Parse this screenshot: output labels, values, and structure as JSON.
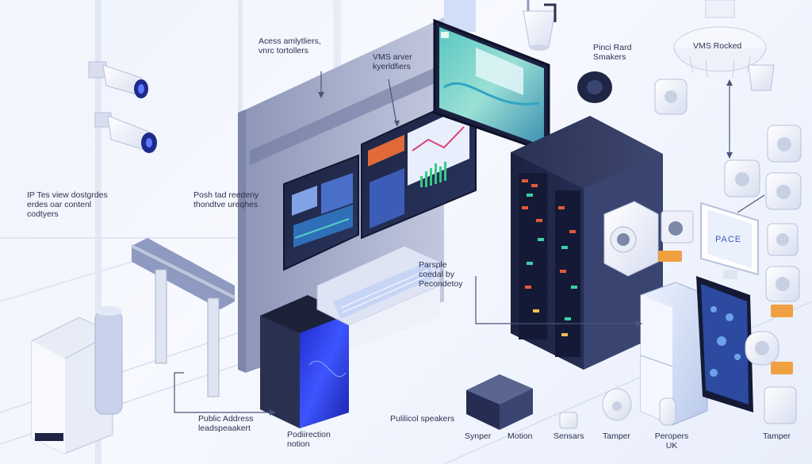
{
  "labels": {
    "access": "Acess amlytliers,\nvnrc tortollers",
    "vms_server": "VMS arver\nkyerldfiers",
    "pinc_raid": "Pinci Rard\nSmakers",
    "vms_rocked": "VMS Rocked",
    "ip_tes": "IP Tes view dostgrdes\nerdes oar contenl\ncodtyers",
    "posh_tad": "Posh tad reedeny\nthondtve ureqhes",
    "parsple": "Parsple\ncoedal by\nPecondetoy",
    "public_address": "Public Address\nleadspeaakert",
    "podirection": "Podiirection\nnotion",
    "pulilicol": "Pulilicol speakers",
    "synper": "Synper",
    "motion": "Motion",
    "sensars": "Sensars",
    "tamper1": "Tamper",
    "perpers": "Peropers\nUK",
    "tamper2": "Tamper"
  },
  "screen_text": {
    "pace": "PACE"
  },
  "colors": {
    "navy": "#1f2545",
    "slate": "#4a5578",
    "accent_blue": "#2f3fd6",
    "panel": "#c9d0e6",
    "white": "#ffffff"
  }
}
